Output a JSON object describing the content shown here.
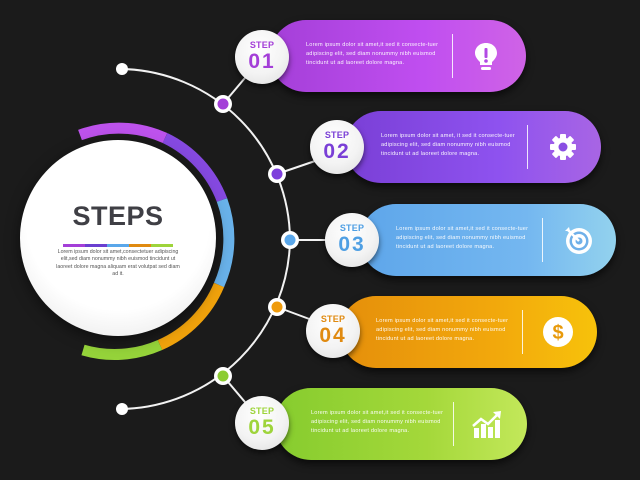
{
  "title": "STEPS",
  "description": "Lorem ipsum dolor sit amet,consectetuer adipiscing elit,sed diam nonummy nibh euismod tincidunt ut laoreet dolore magna aliquam erat volutpat sed diam ad it.",
  "colors": {
    "background": "#1b1b1b",
    "purple": "#b54fe6",
    "violet": "#8a4ee3",
    "blue": "#6fb0e9",
    "orange": "#efa50c",
    "green": "#9ed43b"
  },
  "steps": [
    {
      "step_label": "STEP",
      "number": "01",
      "text": "Lorem ipsum dolor sit amet,it  sed it consecte-tuer adipiscing elit, sed diam  nonummy  nibh euismod tincidunt  ut ad laoreet dolore magna.",
      "icon": "lightbulb-icon",
      "color": "#b54fe6"
    },
    {
      "step_label": "STEP",
      "number": "02",
      "text": "Lorem ipsum  dolor sit amet, it  sed it consecte-tuer  adipiscing elit, sed diam  nonummy  nibh euismod tincidunt  ut ad laoreet dolore magna.",
      "icon": "gear-icon",
      "color": "#8a4ee3"
    },
    {
      "step_label": "STEP",
      "number": "03",
      "text": "Lorem ipsum  dolor sit amet,it  sed it consecte-tuer  adipiscing elit, sed diam  nonummy  nibh euismod tincidunt  ut ad laoreet dolore magna.",
      "icon": "target-icon",
      "color": "#6fb0e9"
    },
    {
      "step_label": "STEP",
      "number": "04",
      "text": "Lorem ipsum dolor sit amet,it  sed it consecte-tuer adipiscing elit, sed diam  nonummy  nibh euismod tincidunt  ut ad laoreet dolore magna.",
      "icon": "dollar-icon",
      "color": "#efa50c"
    },
    {
      "step_label": "STEP",
      "number": "05",
      "text": "Lorem ipsum  dolor sit amet,it  sed it consecte-tuer adipiscing elit, sed diam  nonummy  nibh euismod tincidunt  ut ad laoreet dolore magna.",
      "icon": "growth-chart-icon",
      "color": "#9ed43b"
    }
  ]
}
